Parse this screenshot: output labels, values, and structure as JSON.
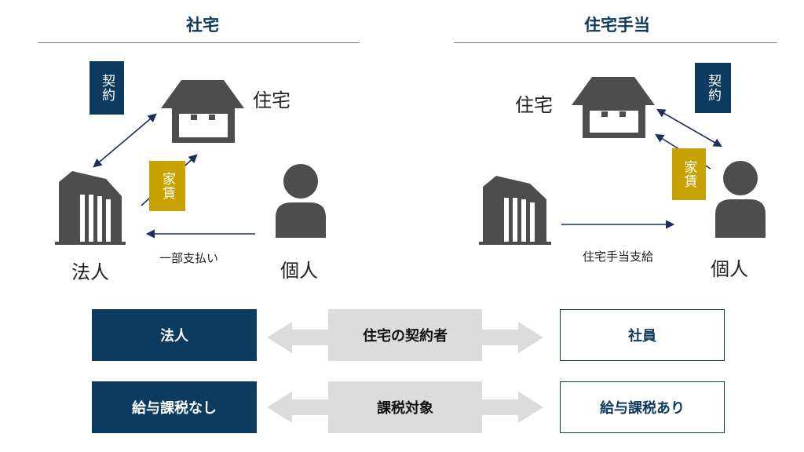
{
  "left_panel": {
    "title": "社宅",
    "house_label": "住宅",
    "corp_label": "法人",
    "person_label": "個人",
    "contract_tag": "契約",
    "rent_tag": "家賃",
    "payment_label": "一部支払い"
  },
  "right_panel": {
    "title": "住宅手当",
    "house_label": "住宅",
    "person_label": "個人",
    "contract_tag": "契約",
    "rent_tag": "家賃",
    "allowance_label": "住宅手当支給"
  },
  "comparison": {
    "row1": {
      "left": "法人",
      "center": "住宅の契約者",
      "right": "社員"
    },
    "row2": {
      "left": "給与課税なし",
      "center": "課税対象",
      "right": "給与課税あり"
    }
  },
  "colors": {
    "navy": "#0d3a5f",
    "gold": "#c8a200",
    "icon_grey": "#4d4d4d",
    "arrow_grey": "#dcdcdc"
  }
}
